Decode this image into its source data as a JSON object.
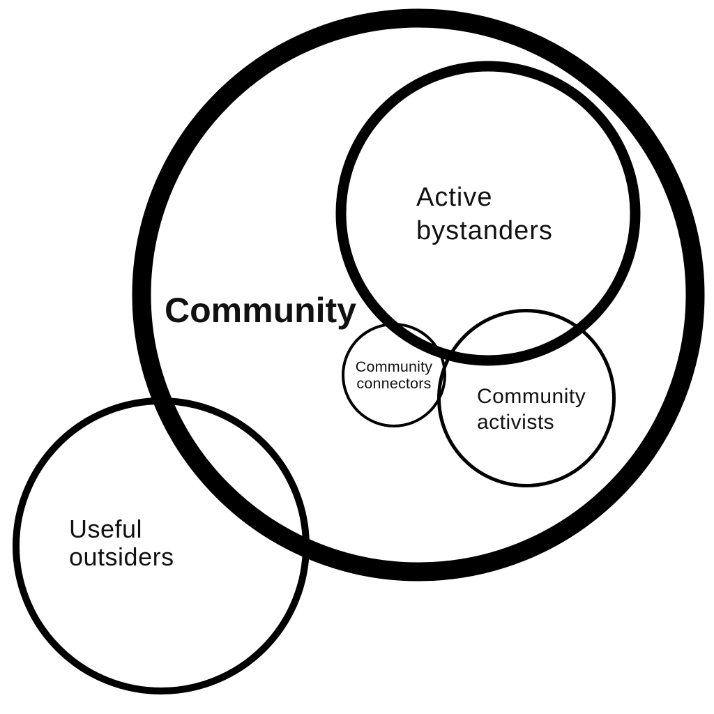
{
  "diagram": {
    "background_color": "#ffffff",
    "stroke_color": "#000000",
    "text_color": "#111111",
    "sets": [
      {
        "id": "community",
        "label_lines": [
          "Community"
        ],
        "stroke_weight": "extra-heavy",
        "relation": "outer containing circle"
      },
      {
        "id": "active-bystanders",
        "label_lines": [
          "Active",
          "bystanders"
        ],
        "stroke_weight": "heavy",
        "relation": "inside community"
      },
      {
        "id": "community-connectors",
        "label_lines": [
          "Community",
          "connectors"
        ],
        "stroke_weight": "thin",
        "relation": "inside community, overlaps active bystanders and community activists"
      },
      {
        "id": "community-activists",
        "label_lines": [
          "Community",
          "activists"
        ],
        "stroke_weight": "thin",
        "relation": "inside community, overlaps active bystanders and community connectors"
      },
      {
        "id": "useful-outsiders",
        "label_lines": [
          "Useful",
          "outsiders"
        ],
        "stroke_weight": "medium",
        "relation": "partially overlaps community at bottom-left"
      }
    ]
  }
}
